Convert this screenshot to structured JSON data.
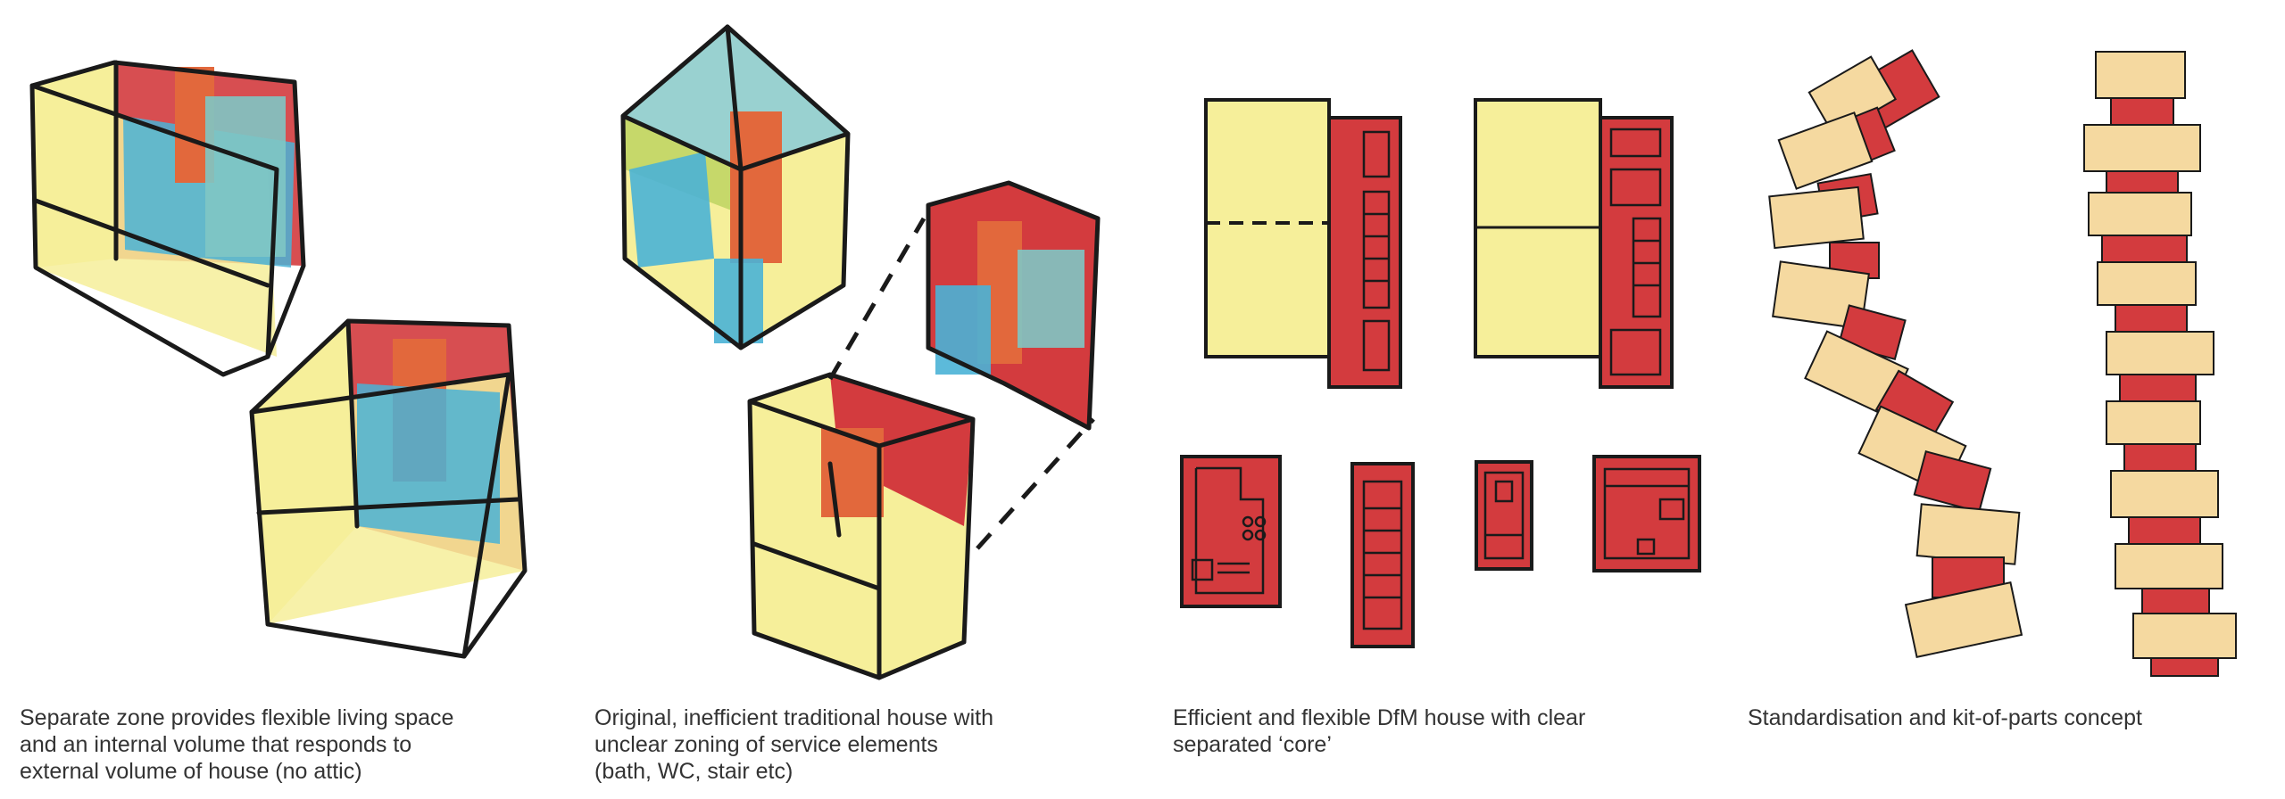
{
  "captions": [
    {
      "lines": [
        "Separate zone provides flexible living space",
        "and an internal volume that responds to",
        "external volume of house (no attic)"
      ]
    },
    {
      "lines": [
        "Original, inefficient traditional house with",
        "unclear zoning of service elements",
        "(bath, WC, stair etc)"
      ]
    },
    {
      "lines": [
        "Efficient and flexible DfM house with clear",
        "separated ‘core’"
      ]
    },
    {
      "lines": [
        "Standardisation and kit-of-parts concept"
      ]
    }
  ],
  "colors": {
    "yellow": "#f6ef9a",
    "red": "#d33b3e",
    "blue": "#4ab3d6",
    "orange": "#e2683c",
    "teal": "#7fc6c4",
    "green": "#c6d86a",
    "cream": "#f5d9a0",
    "ink": "#1a1a1a"
  }
}
